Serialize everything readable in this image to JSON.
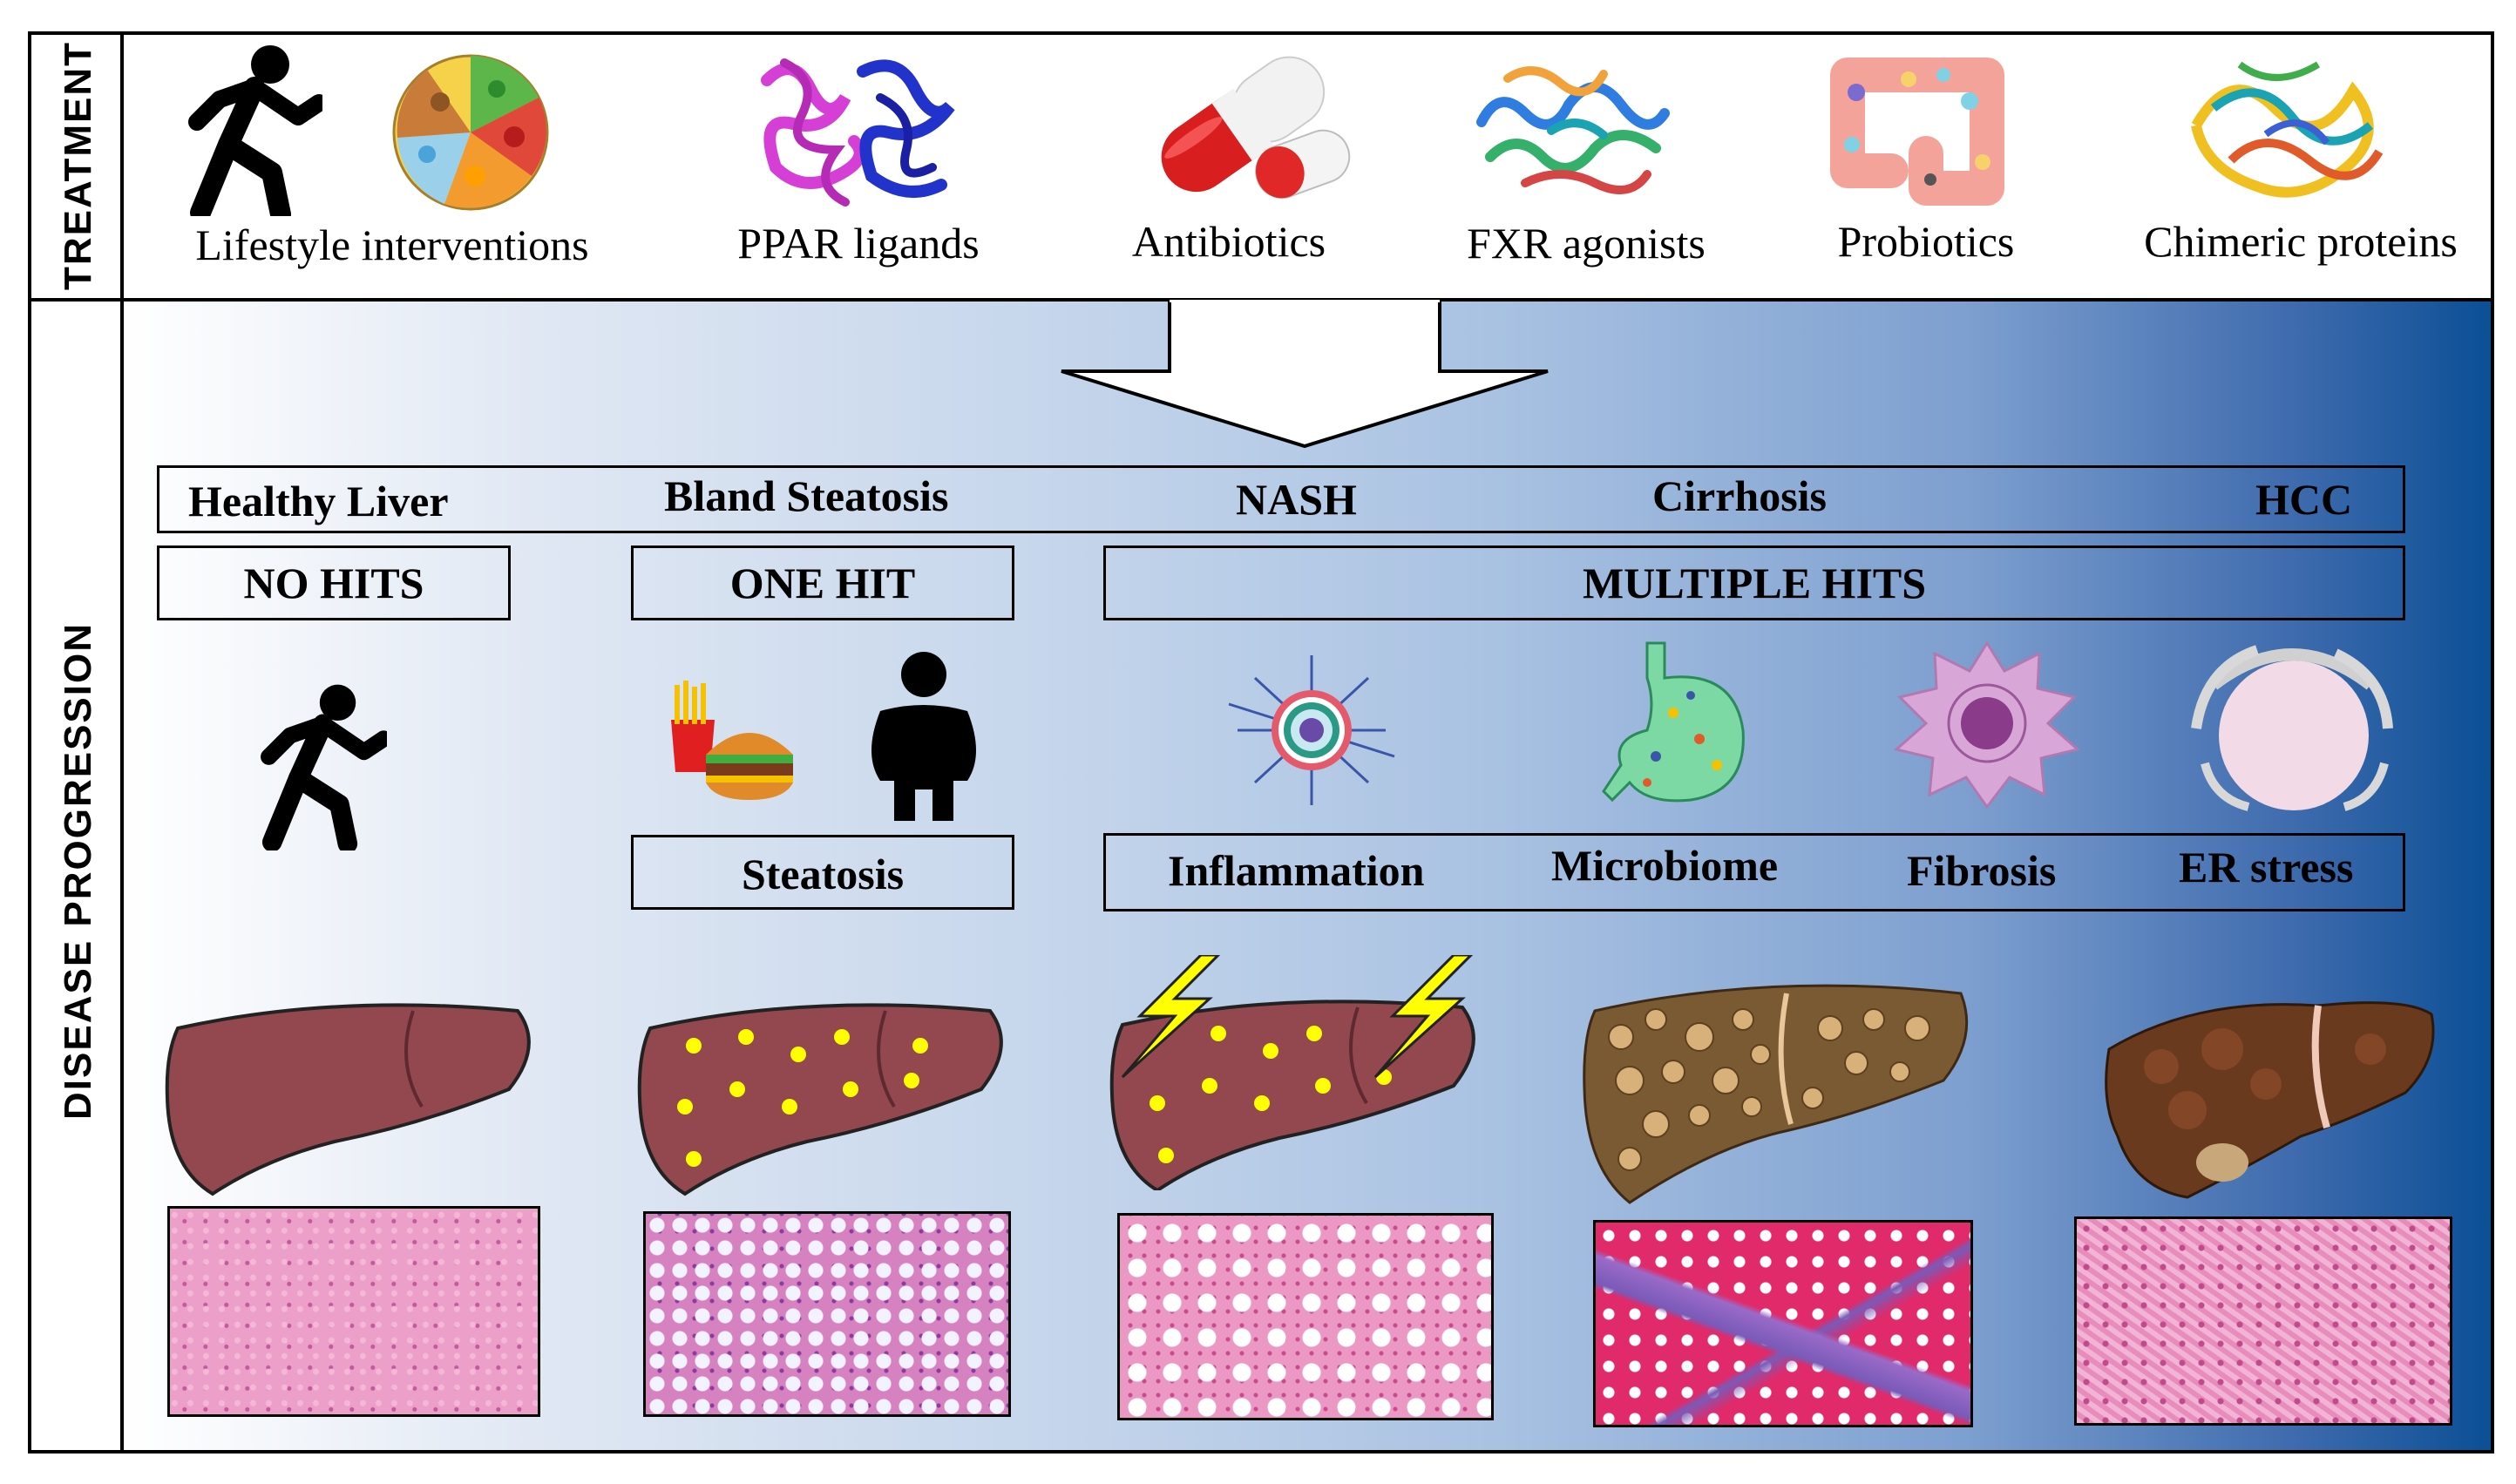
{
  "side_labels": {
    "treatment": "TREATMENT",
    "progression": "DISEASE PROGRESSION"
  },
  "treatments": [
    {
      "label": "Lifestyle interventions",
      "icons": [
        "running-person-icon",
        "healthy-food-plate-icon"
      ]
    },
    {
      "label": "PPAR ligands",
      "icons": [
        "ppar-protein-structure-icon"
      ]
    },
    {
      "label": "Antibiotics",
      "icons": [
        "capsule-pill-icon"
      ]
    },
    {
      "label": "FXR agonists",
      "icons": [
        "fxr-protein-structure-icon"
      ]
    },
    {
      "label": "Probiotics",
      "icons": [
        "intestine-bacteria-icon"
      ]
    },
    {
      "label": "Chimeric proteins",
      "icons": [
        "chimeric-protein-structure-icon"
      ]
    }
  ],
  "stages": [
    "Healthy Liver",
    "Bland Steatosis",
    "NASH",
    "Cirrhosis",
    "HCC"
  ],
  "hits": {
    "none": "NO HITS",
    "one": "ONE HIT",
    "multiple": "MULTIPLE HITS"
  },
  "factors": {
    "steatosis": "Steatosis",
    "inflammation": "Inflammation",
    "microbiome": "Microbiome",
    "fibrosis": "Fibrosis",
    "er_stress": "ER stress"
  },
  "colors": {
    "liver": "#93474f",
    "liver_outline": "#222222",
    "fat_droplet": "#ffff00",
    "gradient_end": "#0b4f95",
    "histology_pink": "#e79ac8"
  }
}
